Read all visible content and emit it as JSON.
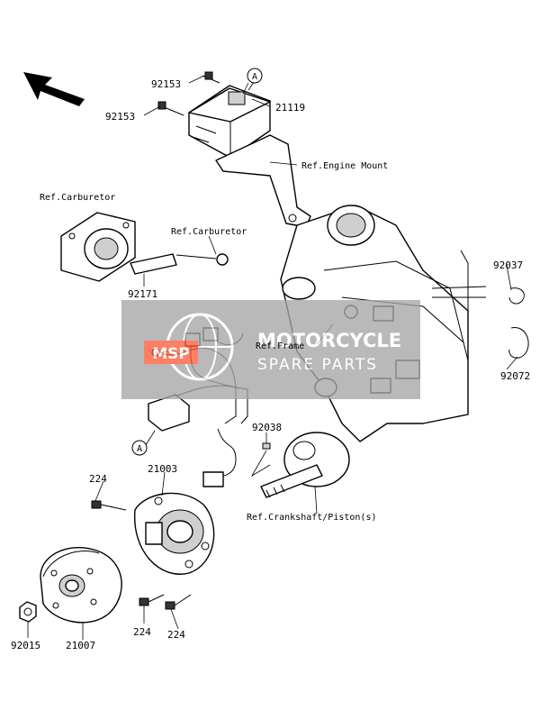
{
  "parts": {
    "p92153_top": "92153",
    "p92153_mid": "92153",
    "p21119": "21119",
    "p92171": "92171",
    "p92037": "92037",
    "p92072": "92072",
    "p92038": "92038",
    "p224_left": "224",
    "p21003": "21003",
    "p224_bottom_a": "224",
    "p224_bottom_b": "224",
    "p92015": "92015",
    "p21007": "21007"
  },
  "references": {
    "engine_mount": "Ref.Engine Mount",
    "carburetor_top": "Ref.Carburetor",
    "carburetor_right": "Ref.Carburetor",
    "frame": "Ref.Frame",
    "crankshaft": "Ref.Crankshaft/Piston(s)"
  },
  "callouts": {
    "a_top": "A",
    "a_bottom": "A"
  },
  "watermark": {
    "line1": "MOTORCYCLE",
    "line2": "SPARE PARTS",
    "logo": "MSP"
  },
  "colors": {
    "watermark_bg": "#a6a6a6",
    "watermark_accent": "#ff5a3c"
  }
}
